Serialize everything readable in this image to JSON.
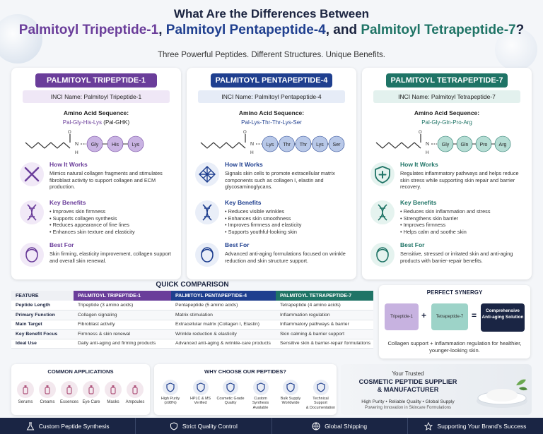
{
  "header": {
    "title_line1": "What Are the Differences Between",
    "title_p1": "Palmitoyl Tripeptide-1",
    "title_sep1": ", ",
    "title_p2": "Palmitoyl Pentapeptide-4",
    "title_sep2": ", and ",
    "title_p3": "Palmitoyl Tetrapeptide-7",
    "title_end": "?",
    "subtitle": "Three Powerful Peptides. Different Structures. Unique Benefits."
  },
  "colors": {
    "purple": "#6a3d9a",
    "blue": "#1f3f8f",
    "teal": "#1f7466",
    "navy": "#1a2544"
  },
  "cards": [
    {
      "name": "PALMITOYL TRIPEPTIDE-1",
      "inci": "INCI Name: Palmitoyl Tripeptide-1",
      "aa_label": "Amino Acid Sequence:",
      "seq": "Pal-Gly-His-Lys",
      "seq_suffix": " (Pal-GHK)",
      "residues": [
        "Gly",
        "His",
        "Lys"
      ],
      "mol_h": "H",
      "mol_o": "O",
      "mol_n": "N",
      "how_title": "How It Works",
      "how_text": "Mimics natural collagen fragments and stimulates fibroblast activity to support collagen and ECM production.",
      "benefits_title": "Key Benefits",
      "benefits": [
        "Improves skin firmness",
        "Supports collagen synthesis",
        "Reduces appearance of fine lines",
        "Enhances skin texture and elasticity"
      ],
      "best_title": "Best For",
      "best_text": "Skin firming, elasticity improvement, collagen support and overall skin renewal."
    },
    {
      "name": "PALMITOYL PENTAPEPTIDE-4",
      "inci": "INCI Name: Palmitoyl Pentapeptide-4",
      "aa_label": "Amino Acid Sequence:",
      "seq": "Pal-Lys-Thr-Thr-Lys-Ser",
      "seq_suffix": "",
      "residues": [
        "Lys",
        "Thr",
        "Thr",
        "Lys",
        "Ser"
      ],
      "mol_h": "H",
      "mol_o": "O",
      "mol_n": "N",
      "how_title": "How It Works",
      "how_text": "Signals skin cells to promote extracellular matrix components such as collagen I, elastin and glycosaminoglycans.",
      "benefits_title": "Key Benefits",
      "benefits": [
        "Reduces visible wrinkles",
        "Enhances skin smoothness",
        "Improves firmness and elasticity",
        "Supports youthful-looking skin"
      ],
      "best_title": "Best For",
      "best_text": "Advanced anti-aging formulations focused on wrinkle reduction and skin structure support."
    },
    {
      "name": "PALMITOYL TETRAPEPTIDE-7",
      "inci": "INCI Name: Palmitoyl Tetrapeptide-7",
      "aa_label": "Amino Acid Sequence:",
      "seq": "Pal-Gly-Gln-Pro-Arg",
      "seq_suffix": "",
      "residues": [
        "Gly",
        "Gln",
        "Pro",
        "Arg"
      ],
      "mol_h": "H",
      "mol_o": "O",
      "mol_n": "N",
      "how_title": "How It Works",
      "how_text": "Regulates inflammatory pathways and helps reduce skin stress while supporting skin repair and barrier recovery.",
      "benefits_title": "Key Benefits",
      "benefits": [
        "Reduces skin inflammation and stress",
        "Strengthens skin barrier",
        "Improves firmness",
        "Helps calm and soothe skin"
      ],
      "best_title": "Best For",
      "best_text": "Sensitive, stressed or irritated skin and anti-aging products with barrier-repair benefits."
    }
  ],
  "comparison": {
    "title": "QUICK COMPARISON",
    "headers": [
      "FEATURE",
      "PALMITOYL TRIPEPTIDE-1",
      "PALMITOYL PENTAPEPTIDE-4",
      "PALMITOYL TETRAPEPTIDE-7"
    ],
    "rows": [
      [
        "Peptide Length",
        "Tripeptide (3 amino acids)",
        "Pentapeptide (5 amino acids)",
        "Tetrapeptide (4 amino acids)"
      ],
      [
        "Primary Function",
        "Collagen signaling",
        "Matrix stimulation",
        "Inflammation regulation"
      ],
      [
        "Main Target",
        "Fibroblast activity",
        "Extracellular matrix (Collagen I, Elastin)",
        "Inflammatory pathways & barrier"
      ],
      [
        "Key Benefit Focus",
        "Firmness & skin renewal",
        "Wrinkle reduction & elasticity",
        "Skin calming & barrier support"
      ],
      [
        "Ideal Use",
        "Daily anti-aging and firming products",
        "Advanced anti-aging & wrinkle-care products",
        "Sensitive skin & barrier-repair formulations"
      ]
    ]
  },
  "synergy": {
    "title": "PERFECT SYNERGY",
    "piece1": "Tripeptide-1",
    "plus": "+",
    "piece2": "Tetrapeptide-7",
    "equals": "=",
    "result": "Comprehensive Anti-aging Solution",
    "desc": "Collagen support + Inflammation regulation for healthier, younger-looking skin."
  },
  "applications": {
    "title": "COMMON APPLICATIONS",
    "items": [
      {
        "label": "Serums",
        "icon": "serum-bottle-icon"
      },
      {
        "label": "Creams",
        "icon": "cream-jar-icon"
      },
      {
        "label": "Essences",
        "icon": "essence-bottle-icon"
      },
      {
        "label": "Eye Care",
        "icon": "eye-care-icon"
      },
      {
        "label": "Masks",
        "icon": "face-mask-icon"
      },
      {
        "label": "Ampoules",
        "icon": "ampoule-icon"
      }
    ]
  },
  "why": {
    "title": "WHY CHOOSE OUR PEPTIDES?",
    "items": [
      {
        "l1": "High Purity",
        "l2": "(≥98%)",
        "icon": "shield-check-icon"
      },
      {
        "l1": "HPLC & MS",
        "l2": "Verified",
        "icon": "document-check-icon"
      },
      {
        "l1": "Cosmetic Grade",
        "l2": "Quality",
        "icon": "molecule-icon"
      },
      {
        "l1": "Custom Synthesis",
        "l2": "Available",
        "icon": "cube-icon"
      },
      {
        "l1": "Bulk Supply",
        "l2": "Worldwide",
        "icon": "box-stack-icon"
      },
      {
        "l1": "Technical Support",
        "l2": "& Documentation",
        "icon": "headset-icon"
      }
    ]
  },
  "supplier": {
    "line1": "Your Trusted",
    "line2": "COSMETIC PEPTIDE SUPPLIER",
    "line3": "& MANUFACTURER",
    "tags": "High Purity  •  Reliable Quality  •  Global Supply",
    "tagline": "Powering Innovation in Skincare Formulations"
  },
  "footer": [
    {
      "label": "Custom Peptide Synthesis",
      "icon": "flask-icon"
    },
    {
      "label": "Strict Quality Control",
      "icon": "shield-icon"
    },
    {
      "label": "Global Shipping",
      "icon": "globe-icon"
    },
    {
      "label": "Supporting Your Brand's Success",
      "icon": "star-icon"
    }
  ]
}
